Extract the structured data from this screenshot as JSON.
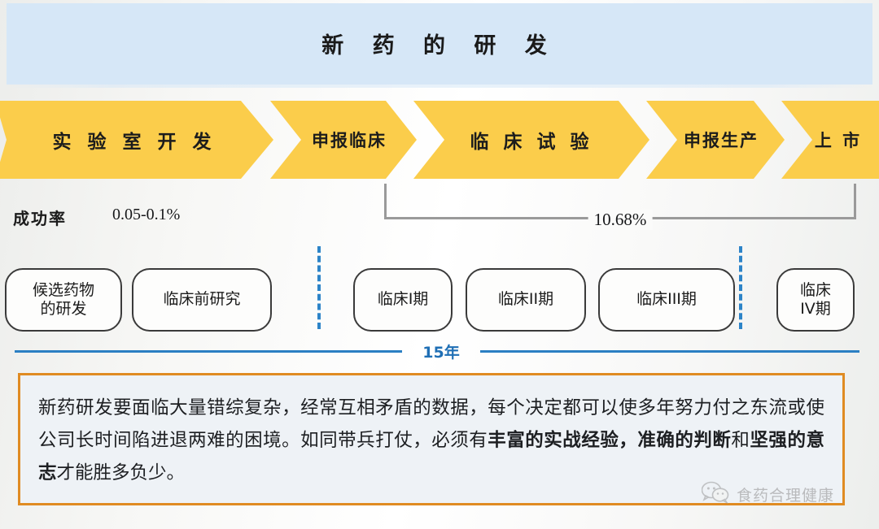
{
  "header": {
    "title": "新 药 的 研 发"
  },
  "pipeline": {
    "stages": [
      {
        "label": "实 验 室 开 发"
      },
      {
        "label": "申报临床"
      },
      {
        "label": "临 床 试 验"
      },
      {
        "label": "申报生产"
      },
      {
        "label": "上 市"
      }
    ],
    "color": "#FBCD4B"
  },
  "success_rate": {
    "label": "成功率",
    "early_value": "0.05-0.1%",
    "bracket_value": "10.68%"
  },
  "phases": [
    {
      "line1": "候选药物",
      "line2": "的研发"
    },
    {
      "line1": "临床前研究",
      "line2": ""
    },
    {
      "line1": "临床I期",
      "line2": ""
    },
    {
      "line1": "临床II期",
      "line2": ""
    },
    {
      "line1": "临床III期",
      "line2": ""
    },
    {
      "line1": "临床",
      "line2": "IV期"
    }
  ],
  "timeline": {
    "duration_label": "15年",
    "color": "#2B7FC3"
  },
  "note": {
    "border_color": "#E08B22",
    "fill_color": "#EEF2F6",
    "segments": [
      {
        "text": "新药研发要面临大量错综复杂，经常互相矛盾的数据，每个决定都可以使多年努力付之东流或使公司长时间陷进退两难的困境。如同带兵打仗，必须有",
        "bold": false
      },
      {
        "text": "丰富的实战经验，准确的判断",
        "bold": true
      },
      {
        "text": "和",
        "bold": false
      },
      {
        "text": "坚强的意志",
        "bold": true
      },
      {
        "text": "才能胜多负少。",
        "bold": false
      }
    ]
  },
  "watermark": {
    "text": "食药合理健康",
    "icon": "wechat-icon"
  }
}
